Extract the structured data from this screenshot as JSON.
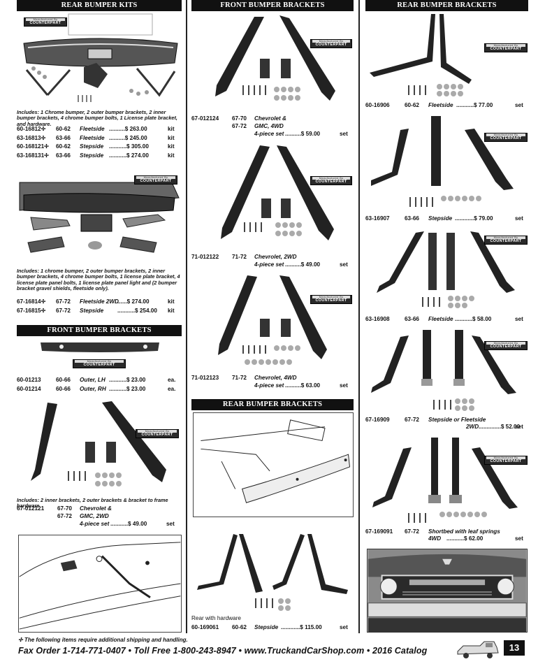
{
  "badge": {
    "top": "Manufactured By",
    "main": "COUNTERPART"
  },
  "col1": {
    "header1": "REAR BUMPER KITS",
    "desc1": "Includes: 1 Chrome bumper, 2 outer bumper brackets, 2 inner bumper brackets, 4 chrome bumper bolts, 1 License plate bracket, and hardware.",
    "rows1": [
      {
        "pn": "60-16812✢",
        "yr": "60-62",
        "ds": "Fleetside",
        "pr": "..........$ 263.00",
        "un": "kit"
      },
      {
        "pn": "63-16813✢",
        "yr": "63-66",
        "ds": "Fleetside",
        "pr": "..........$ 245.00",
        "un": "kit"
      },
      {
        "pn": "60-168121✢",
        "yr": "60-62",
        "ds": "Stepside",
        "pr": "...........$ 305.00",
        "un": "kit"
      },
      {
        "pn": "63-168131✢",
        "yr": "63-66",
        "ds": "Stepside",
        "pr": "...........$ 274.00",
        "un": "kit"
      }
    ],
    "desc2": "Includes: 1 chrome bumper, 2 outer bumper brackets, 2 inner bumper brackets, 4 chrome bumper bolts, 1 license plate bracket, 4 license plate panel bolts, 1 license plate panel light and (2 bumper bracket gravel shields, fleetside only).",
    "rows2": [
      {
        "pn": "67-16814✢",
        "yr": "67-72",
        "ds": "Fleetside 2WD",
        "pr": "......$ 274.00",
        "un": "kit"
      },
      {
        "pn": "67-16815✢",
        "yr": "67-72",
        "ds": "Stepside",
        "pr": "...........$ 254.00",
        "un": "kit"
      }
    ],
    "header2": "FRONT BUMPER BRACKETS",
    "rows3": [
      {
        "pn": "60-01213",
        "yr": "60-66",
        "ds": "Outer, LH",
        "pr": "...........$  23.00",
        "un": "ea."
      },
      {
        "pn": "60-01214",
        "yr": "60-66",
        "ds": "Outer, RH",
        "pr": "...........$  23.00",
        "un": "ea."
      }
    ],
    "desc3": "Includes: 2 inner brackets, 2 outer brackets & bracket to frame hardware",
    "row4": {
      "pn": "67-012121",
      "yr1": "67-70",
      "ds1": "Chevrolet &",
      "yr2": "67-72",
      "ds2": "GMC, 2WD",
      "ds3": "4-piece set",
      "pr": "...........$  49.00",
      "un": "set"
    }
  },
  "col2": {
    "header1": "FRONT BUMPER BRACKETS",
    "item1": {
      "pn": "67-012124",
      "yr1": "67-70",
      "ds1": "Chevrolet &",
      "yr2": "67-72",
      "ds2": "GMC, 4WD",
      "ds3": "4-piece set",
      "pr": "..........$  59.00",
      "un": "set"
    },
    "item2": {
      "pn": "71-012122",
      "yr1": "71-72",
      "ds1": "Chevrolet, 2WD",
      "ds2": "4-piece set",
      "pr": "..........$  49.00",
      "un": "set"
    },
    "item3": {
      "pn": "71-012123",
      "yr1": "71-72",
      "ds1": "Chevrolet, 4WD",
      "ds2": "4-piece set",
      "pr": "..........$  63.00",
      "un": "set"
    },
    "header2": "REAR BUMPER BRACKETS",
    "note": "Rear with hardware",
    "item4": {
      "pn": "60-169061",
      "yr": "60-62",
      "ds": "Stepside",
      "pr": "............$ 115.00",
      "un": "set"
    }
  },
  "col3": {
    "header1": "REAR BUMPER BRACKETS",
    "rows": [
      {
        "pn": "60-16906",
        "yr": "60-62",
        "ds": "Fleetside",
        "pr": "...........$  77.00",
        "un": "set"
      },
      {
        "pn": "63-16907",
        "yr": "63-66",
        "ds": "Stepside",
        "pr": "............$  79.00",
        "un": "set"
      },
      {
        "pn": "63-16908",
        "yr": "63-66",
        "ds": "Fleetside",
        "pr": "...........$  58.00",
        "un": "set"
      }
    ],
    "item4": {
      "pn": "67-16909",
      "yr": "67-72",
      "ds1": "Stepside or Fleetside",
      "ds2": "2WD",
      "pr": "..............$  52.00",
      "un": "set"
    },
    "item5": {
      "pn": "67-169091",
      "yr": "67-72",
      "ds1": "Shortbed with leaf springs",
      "ds2": "4WD",
      "pr": "...........$  62.00",
      "un": "set"
    }
  },
  "footer": {
    "note": "✢ The following items require additional shipping and handling.",
    "line": "Fax Order  1-714-771-0407  •  Toll Free  1-800-243-8947  •  www.TruckandCarShop.com  •  2016 Catalog",
    "page": "13"
  }
}
